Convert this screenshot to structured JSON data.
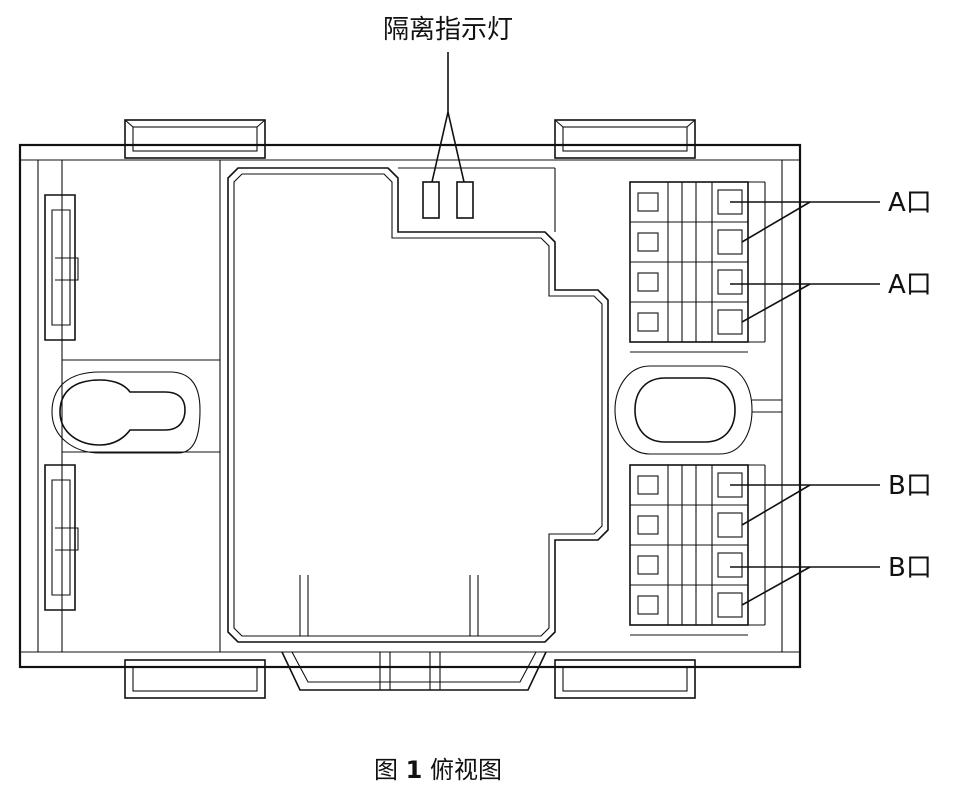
{
  "diagram": {
    "indicator_label": "隔离指示灯",
    "port_labels": [
      "A口",
      "A口",
      "B口",
      "B口"
    ],
    "caption_prefix": "图 ",
    "caption_number": "1",
    "caption_suffix": " 俯视图"
  },
  "colors": {
    "stroke": "#111111",
    "background": "#ffffff"
  }
}
